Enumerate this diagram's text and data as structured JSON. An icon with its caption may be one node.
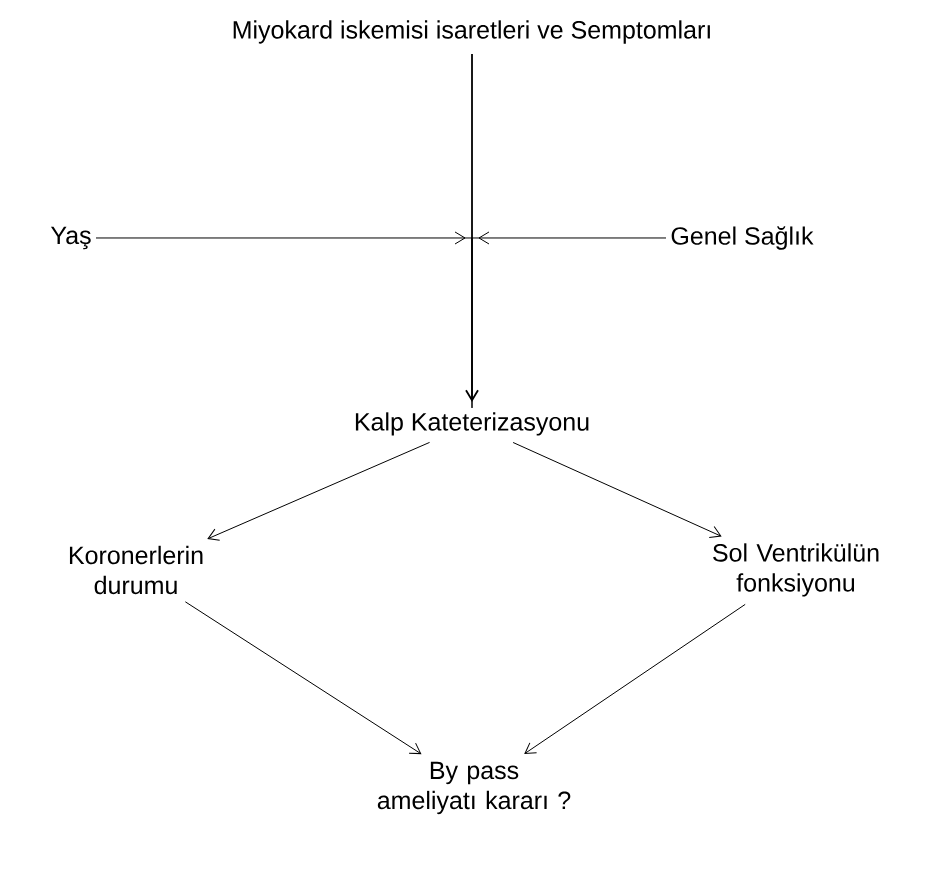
{
  "diagram": {
    "nodes": [
      {
        "text": [
          "Miyokard iskemisi isaretleri ve Semptomları"
        ]
      },
      {
        "text": [
          "Yaş"
        ]
      },
      {
        "text": [
          "Genel Sağlık"
        ]
      },
      {
        "text": [
          "Kalp Kateterizasyonu"
        ]
      },
      {
        "text": [
          "Koronerlerin durumu"
        ]
      },
      {
        "text": [
          "Sol Ventrikülün fonksiyonu"
        ]
      },
      {
        "text": [
          "By pass ameliyatı kararı ?"
        ]
      }
    ],
    "edges": [
      {
        "from": 0,
        "to": 3,
        "arrow": "to"
      },
      {
        "from": 1,
        "to": 3,
        "arrow": "to"
      },
      {
        "from": 2,
        "to": 3,
        "arrow": "to"
      },
      {
        "from": 3,
        "to": 4,
        "arrow": "to"
      },
      {
        "from": 3,
        "to": 5,
        "arrow": "to"
      },
      {
        "from": 4,
        "to": 6,
        "arrow": "to"
      },
      {
        "from": 5,
        "to": 6,
        "arrow": "to"
      }
    ]
  }
}
